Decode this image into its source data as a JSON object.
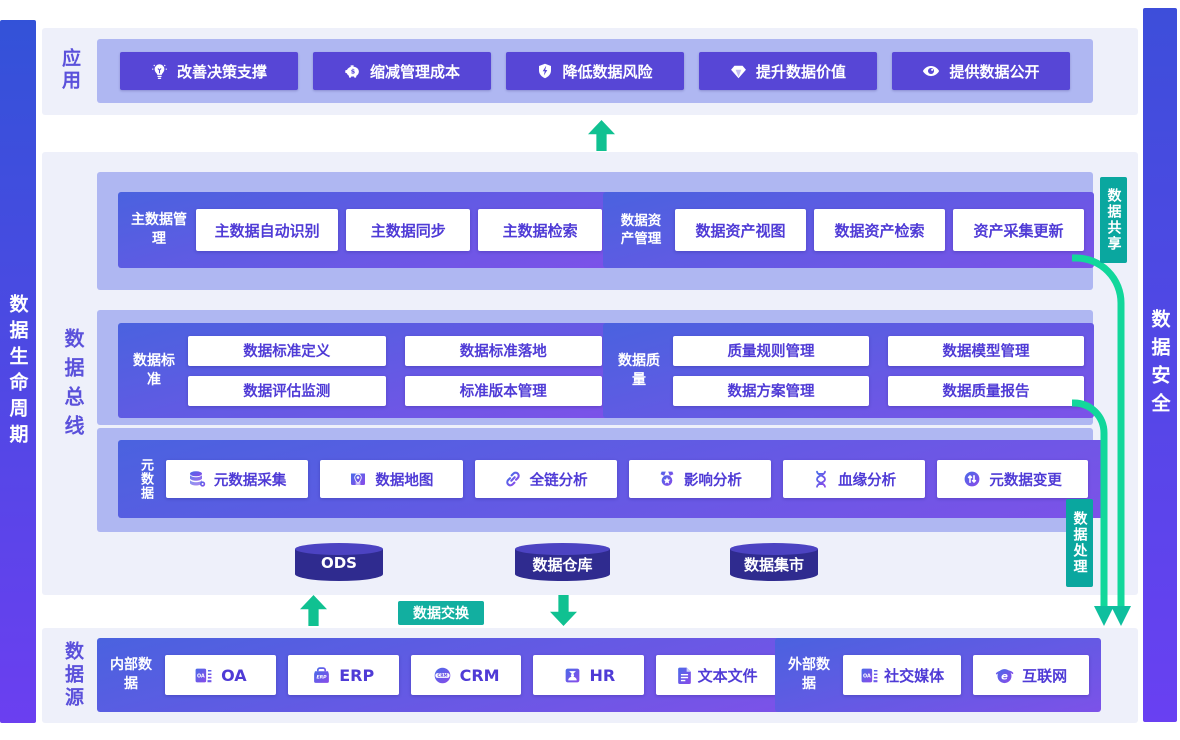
{
  "colors": {
    "accent_purple": "#5746d6",
    "container_gradient_top": "#4a62df",
    "container_gradient_bottom": "#7c52e8",
    "wrapper_periwinkle": "#afb7f2",
    "section_bg": "#eef0fa",
    "teal_tag": "#0aa79f",
    "exchange_tag": "#12afa0",
    "flow_green": "#12d79b",
    "white_button_text": "#4f3bd6"
  },
  "left_bar": {
    "label": "数据生命周期"
  },
  "right_bar": {
    "label": "数据安全"
  },
  "app_section": {
    "label": "应用",
    "buttons": [
      {
        "label": "改善决策支撑",
        "icon": "lightbulb-icon"
      },
      {
        "label": "缩减管理成本",
        "icon": "piggy-bank-icon"
      },
      {
        "label": "降低数据风险",
        "icon": "shield-bolt-icon"
      },
      {
        "label": "提升数据价值",
        "icon": "diamond-icon"
      },
      {
        "label": "提供数据公开",
        "icon": "eye-icon"
      }
    ]
  },
  "bus_section": {
    "label": "数据总线",
    "master_data": {
      "label": "主数据管理",
      "buttons": [
        "主数据自动识别",
        "主数据同步",
        "主数据检索"
      ]
    },
    "asset_mgmt": {
      "label": "数据资产管理",
      "buttons": [
        "数据资产视图",
        "数据资产检索",
        "资产采集更新"
      ]
    },
    "standards": {
      "label": "数据标准",
      "buttons": [
        "数据标准定义",
        "数据标准落地",
        "数据评估监测",
        "标准版本管理"
      ]
    },
    "quality": {
      "label": "数据质量",
      "buttons": [
        "质量规则管理",
        "数据模型管理",
        "数据方案管理",
        "数据质量报告"
      ]
    },
    "metadata": {
      "label": "元数据",
      "buttons": [
        {
          "label": "元数据采集",
          "icon": "database-icon"
        },
        {
          "label": "数据地图",
          "icon": "map-pin-icon"
        },
        {
          "label": "全链分析",
          "icon": "chain-link-icon"
        },
        {
          "label": "影响分析",
          "icon": "medal-icon"
        },
        {
          "label": "血缘分析",
          "icon": "dna-icon"
        },
        {
          "label": "元数据变更",
          "icon": "swap-circle-icon"
        }
      ]
    },
    "stores": [
      "ODS",
      "数据仓库",
      "数据集市"
    ]
  },
  "flow_tags": {
    "share": "数据共享",
    "process": "数据处理",
    "exchange": "数据交换"
  },
  "source_section": {
    "label": "数据源",
    "internal": {
      "label": "内部数据",
      "buttons": [
        {
          "label": "OA",
          "icon": "oa-icon"
        },
        {
          "label": "ERP",
          "icon": "erp-icon"
        },
        {
          "label": "CRM",
          "icon": "crm-icon"
        },
        {
          "label": "HR",
          "icon": "hr-icon"
        },
        {
          "label": "文本文件",
          "icon": "text-file-icon"
        }
      ]
    },
    "external": {
      "label": "外部数据",
      "buttons": [
        {
          "label": "社交媒体",
          "icon": "social-media-icon"
        },
        {
          "label": "互联网",
          "icon": "internet-icon"
        }
      ]
    }
  }
}
